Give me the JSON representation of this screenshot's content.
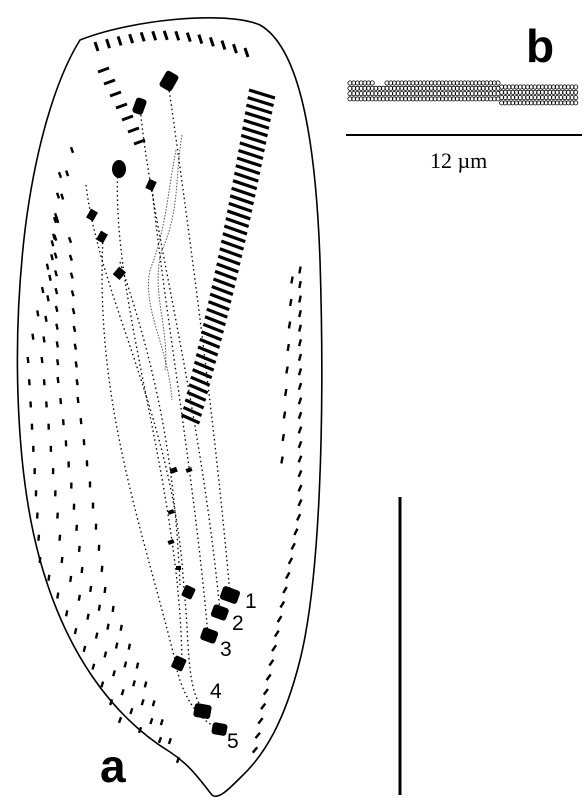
{
  "figure": {
    "panel_a_label": "a",
    "panel_b_label": "b",
    "scale_bar_b_label": "12 µm",
    "cirrus_numbers": [
      "1",
      "2",
      "3",
      "4",
      "5"
    ]
  },
  "colors": {
    "ink": "#000000",
    "background": "#ffffff"
  }
}
